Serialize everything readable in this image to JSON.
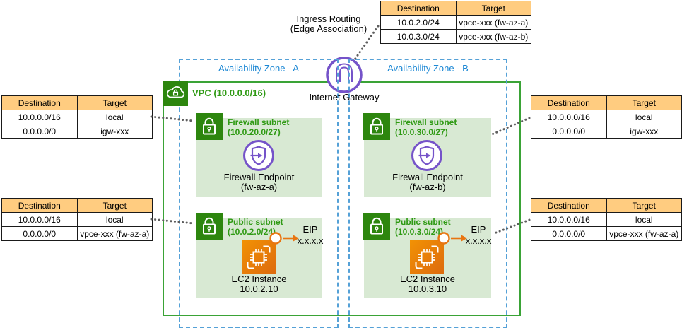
{
  "colors": {
    "az-blue": "#55a1d7",
    "az-text": "#1b87d4",
    "green-border": "#3aa336",
    "green-icon": "#2d860e",
    "green-text": "#2f9a14",
    "subnet-fill": "#d8e9d3",
    "purple": "#7553c9",
    "orange-header": "#ffcc80",
    "eip-orange": "#e87511",
    "ec2-top": "#f29204",
    "ec2-bottom": "#dd6a0e",
    "connector-gray": "#5e5e5e"
  },
  "ingress_routing": {
    "line1": "Ingress Routing",
    "line2": "(Edge Association)"
  },
  "internet_gateway_label": "Internet Gateway",
  "vpc_label": "VPC (10.0.0.0/16)",
  "az_a_label": "Availability Zone - A",
  "az_b_label": "Availability Zone - B",
  "route_table_headers": {
    "destination": "Destination",
    "target": "Target"
  },
  "route_tables": {
    "ingress": {
      "rows": [
        {
          "destination": "10.0.2.0/24",
          "target": "vpce-xxx (fw-az-a)"
        },
        {
          "destination": "10.0.3.0/24",
          "target": "vpce-xxx (fw-az-b)"
        }
      ]
    },
    "az_a_firewall": {
      "rows": [
        {
          "destination": "10.0.0.0/16",
          "target": "local"
        },
        {
          "destination": "0.0.0.0/0",
          "target": "igw-xxx"
        }
      ]
    },
    "az_a_public": {
      "rows": [
        {
          "destination": "10.0.0.0/16",
          "target": "local"
        },
        {
          "destination": "0.0.0.0/0",
          "target": "vpce-xxx (fw-az-a)"
        }
      ]
    },
    "az_b_firewall": {
      "rows": [
        {
          "destination": "10.0.0.0/16",
          "target": "local"
        },
        {
          "destination": "0.0.0.0/0",
          "target": "igw-xxx"
        }
      ]
    },
    "az_b_public": {
      "rows": [
        {
          "destination": "10.0.0.0/16",
          "target": "local"
        },
        {
          "destination": "0.0.0.0/0",
          "target": "vpce-xxx (fw-az-a)"
        }
      ]
    }
  },
  "subnets": {
    "firewall_a": {
      "title": "Firewall subnet",
      "cidr": "(10.0.20.0/27)",
      "endpoint": "Firewall Endpoint",
      "endpoint_name": "(fw-az-a)"
    },
    "firewall_b": {
      "title": "Firewall subnet",
      "cidr": "(10.0.30.0/27)",
      "endpoint": "Firewall Endpoint",
      "endpoint_name": "(fw-az-b)"
    },
    "public_a": {
      "title": "Public subnet",
      "cidr": "(10.0.2.0/24)",
      "instance": "EC2 Instance",
      "instance_ip": "10.0.2.10",
      "eip": "EIP",
      "eip_value": "x.x.x.x"
    },
    "public_b": {
      "title": "Public subnet",
      "cidr": "(10.0.3.0/24)",
      "instance": "EC2 Instance",
      "instance_ip": "10.0.3.10",
      "eip": "EIP",
      "eip_value": "x.x.x.x"
    }
  }
}
